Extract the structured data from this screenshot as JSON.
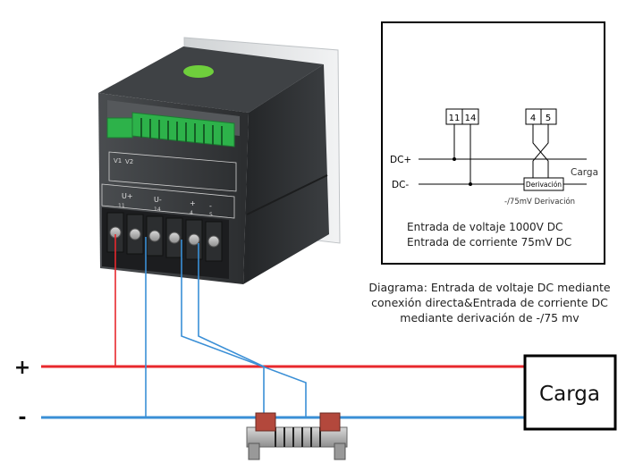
{
  "inset": {
    "terminals_voltage": [
      "11",
      "14"
    ],
    "terminals_current": [
      "4",
      "5"
    ],
    "dc_plus": "DC+",
    "dc_minus": "DC-",
    "load": "Carga",
    "shunt": "Derivación",
    "shunt_note": "-/75mV Derivación",
    "line1": "Entrada de voltaje 1000V DC",
    "line2": "Entrada de corriente 75mV DC"
  },
  "caption": {
    "line1": "Diagrama: Entrada de voltaje DC mediante",
    "line2": "conexión directa&Entrada de corriente DC",
    "line3": "mediante derivación de -/75 mv"
  },
  "main": {
    "plus": "+",
    "minus": "-",
    "load": "Carga"
  },
  "meter": {
    "top_labels": [
      "V1",
      "V2"
    ],
    "mid_labels": [
      "U+",
      "U-",
      "+",
      "-"
    ],
    "terminal_numbers": [
      "11",
      "14",
      "4",
      "5"
    ]
  },
  "colors": {
    "positive": "#e8282d",
    "negative": "#3a8fd6",
    "meter_body": "#35383a",
    "connector": "#2db24a"
  }
}
